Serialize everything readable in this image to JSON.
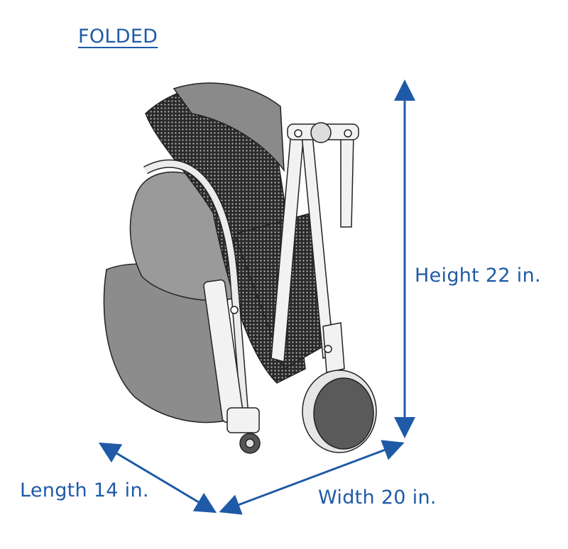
{
  "title": "FOLDED",
  "dimensions": {
    "height": "Height 22 in.",
    "length": "Length 14 in.",
    "width": "Width 20 in."
  },
  "colors": {
    "accent": "#1f5aa6",
    "frame": "#f2f2f2",
    "fabric": "#8c8c8c"
  }
}
